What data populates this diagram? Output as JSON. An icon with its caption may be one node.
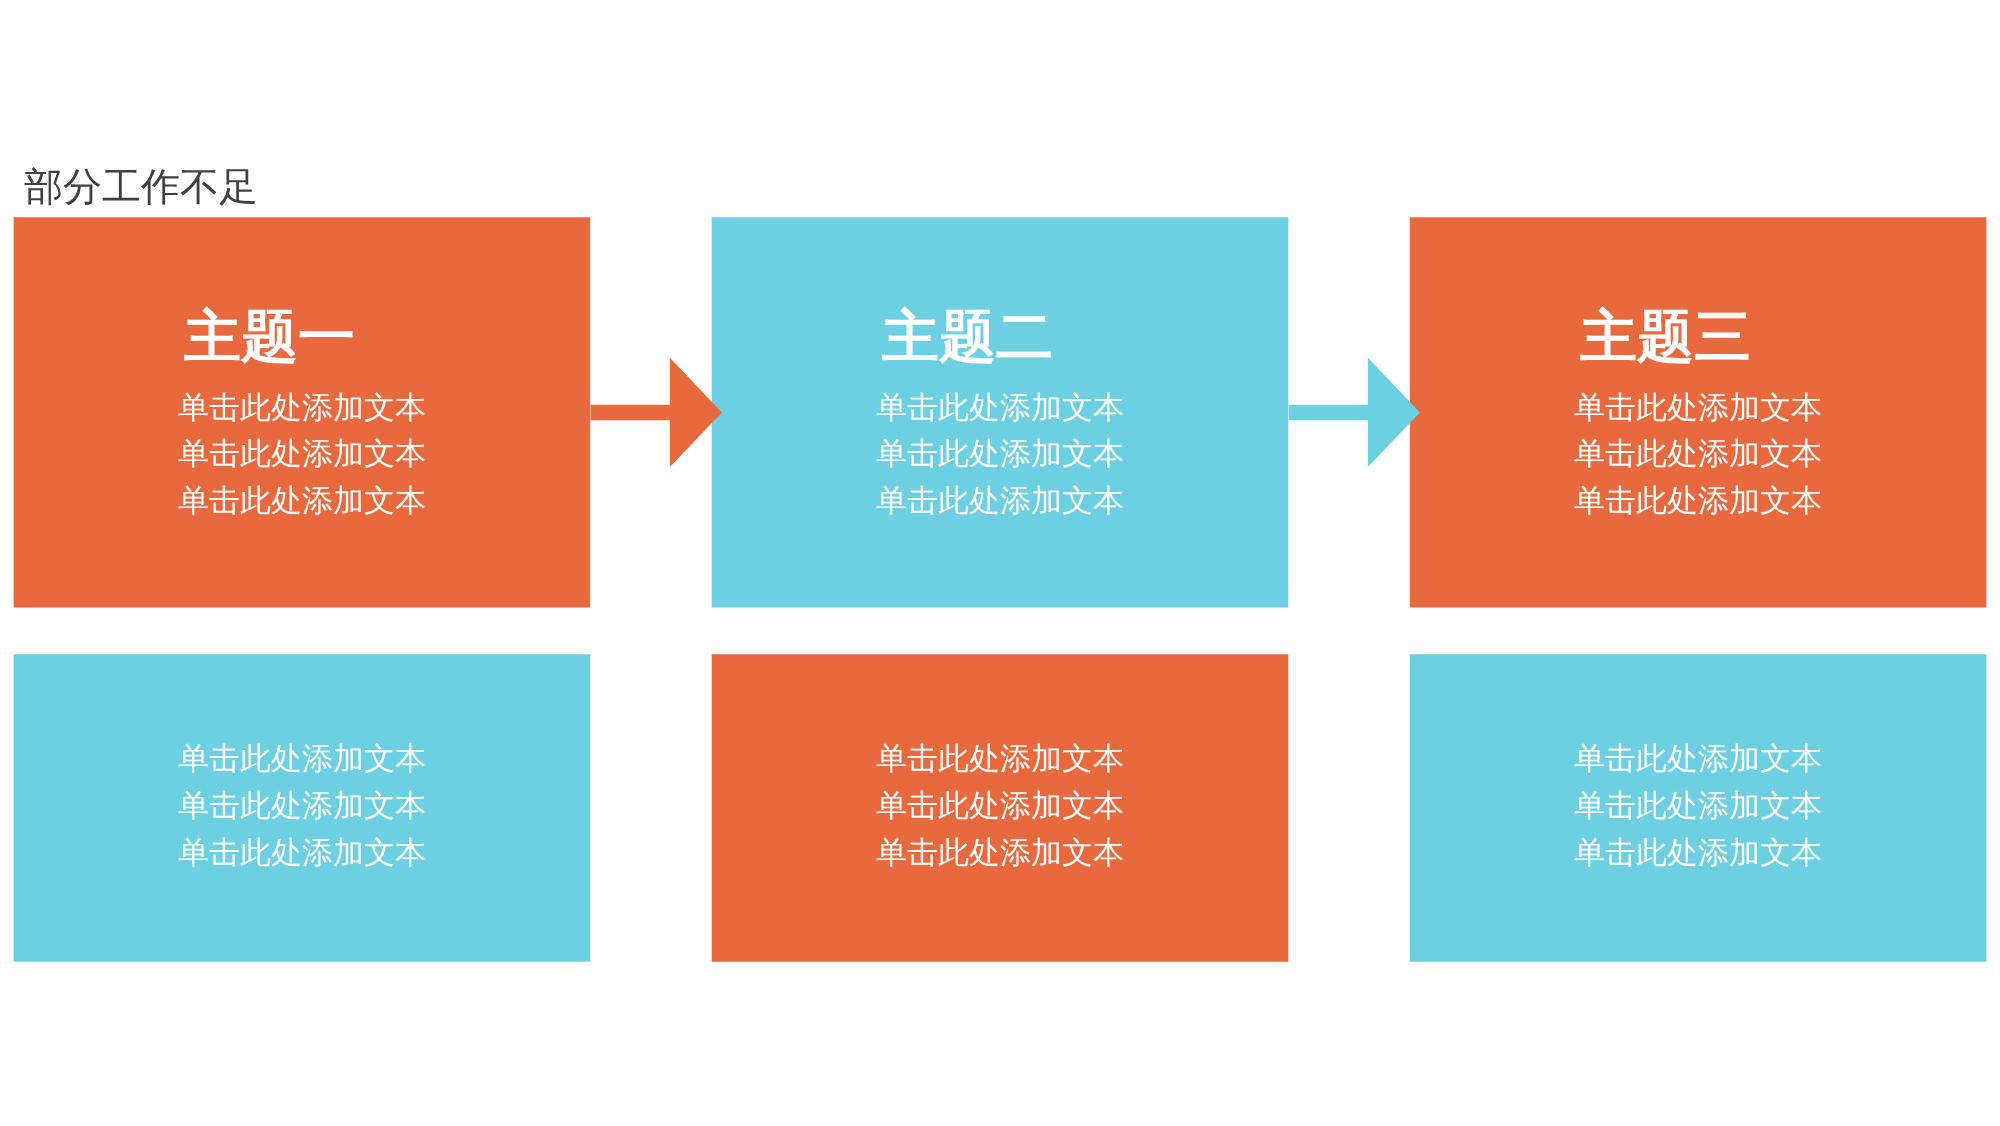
{
  "diagram": {
    "title": "部分工作不足",
    "nodes": [
      {
        "text": [
          "主题一",
          "单击此处添加文本",
          "单击此处添加文本",
          "单击此处添加文本"
        ]
      },
      {
        "text": [
          "主题二",
          "单击此处添加文本",
          "单击此处添加文本",
          "单击此处添加文本"
        ]
      },
      {
        "text": [
          "主题三",
          "单击此处添加文本",
          "单击此处添加文本",
          "单击此处添加文本"
        ]
      },
      {
        "text": [
          "单击此处添加文本",
          "单击此处添加文本",
          "单击此处添加文本"
        ]
      },
      {
        "text": [
          "单击此处添加文本",
          "单击此处添加文本",
          "单击此处添加文本"
        ]
      },
      {
        "text": [
          "单击此处添加文本",
          "单击此处添加文本",
          "单击此处添加文本"
        ]
      }
    ],
    "edges": [
      {
        "from": 0,
        "to": 1,
        "arrow": "to",
        "color": "#e8693d"
      },
      {
        "from": 1,
        "to": 2,
        "arrow": "to",
        "color": "#6dcfe2"
      }
    ]
  }
}
